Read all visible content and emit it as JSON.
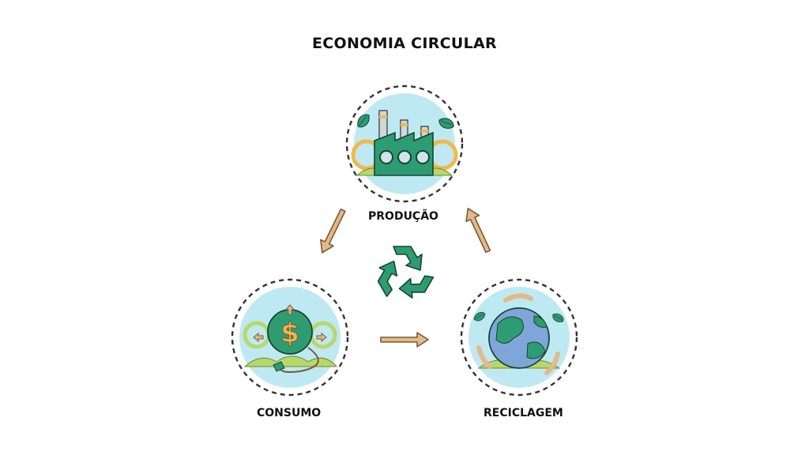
{
  "title": "ECONOMIA CIRCULAR",
  "nodes": [
    {
      "label": "PRODUÇÃO",
      "icon": "factory-icon"
    },
    {
      "label": "CONSUMO",
      "icon": "money-bag-icon"
    },
    {
      "label": "RECICLAGEM",
      "icon": "globe-icon"
    }
  ],
  "center_icon": "recycle-icon",
  "colors": {
    "circle_fill": "#bfe9f2",
    "dashed_ring": "#333333",
    "green": "#2e9c72",
    "dark_green": "#1f6b4e",
    "arrow_fill": "#e3b98a",
    "arrow_stroke": "#7a5a3a",
    "grass": "#b9d86b",
    "gear": "#f0b84e"
  }
}
